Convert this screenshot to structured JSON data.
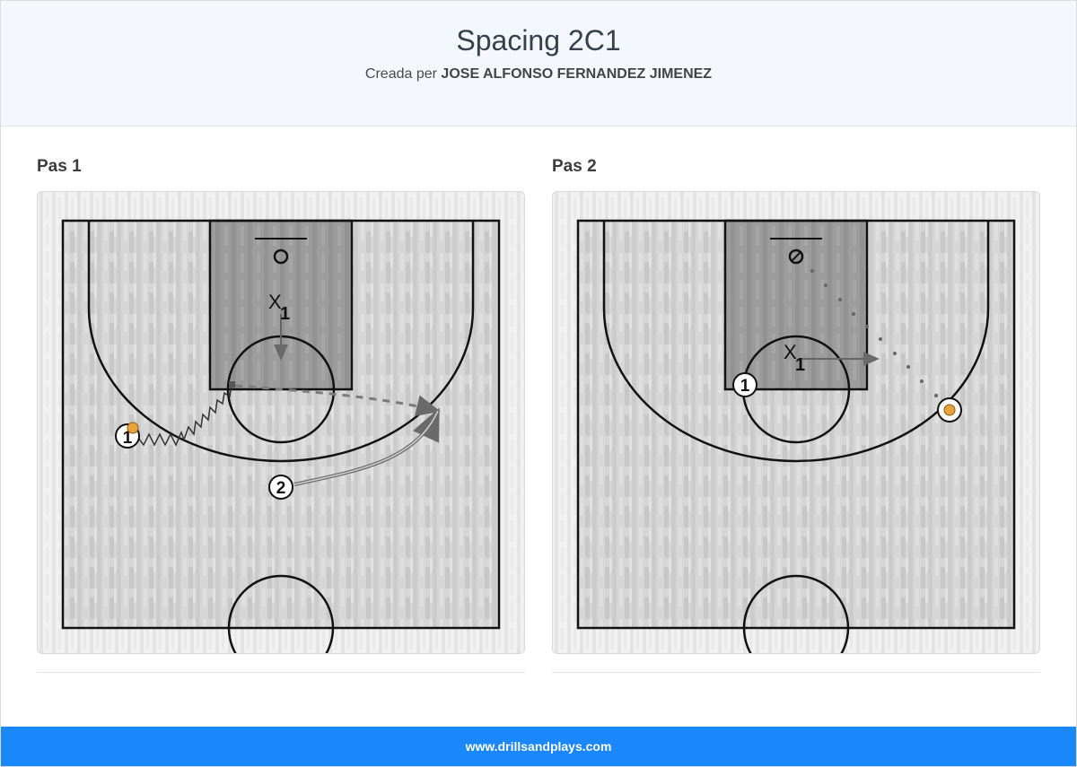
{
  "header": {
    "title": "Spacing 2C1",
    "created_prefix": "Creada per",
    "author": "JOSE ALFONSO FERNANDEZ JIMENEZ"
  },
  "steps": [
    {
      "label": "Pas 1",
      "players": [
        "1",
        "2"
      ],
      "defender": {
        "letter": "X",
        "number": "1"
      }
    },
    {
      "label": "Pas 2",
      "players": [
        "1"
      ],
      "defender": {
        "letter": "X",
        "number": "1"
      }
    }
  ],
  "footer": {
    "site": "www.drillsandplays.com"
  },
  "colors": {
    "header_bg": "#f4f8fc",
    "footer_bg": "#1a87fb",
    "key_fill": "#9a9a9a",
    "ball": "#e8a33c"
  }
}
